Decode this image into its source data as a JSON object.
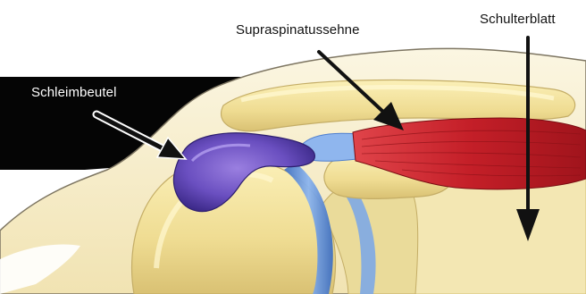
{
  "labels": {
    "bursa": "Schleimbeutel",
    "tendon": "Supraspinatussehne",
    "scapula": "Schulterblatt"
  },
  "colors": {
    "background": "#ffffff",
    "black_band": "#050505",
    "bone": "#eedd9a",
    "bone_shadow": "#c8b46a",
    "skin": "#f7f1d6",
    "bursa": "#6a4fc0",
    "cartilage": "#6f9fe0",
    "muscle": "#c8262e",
    "arrow": "#111111"
  }
}
